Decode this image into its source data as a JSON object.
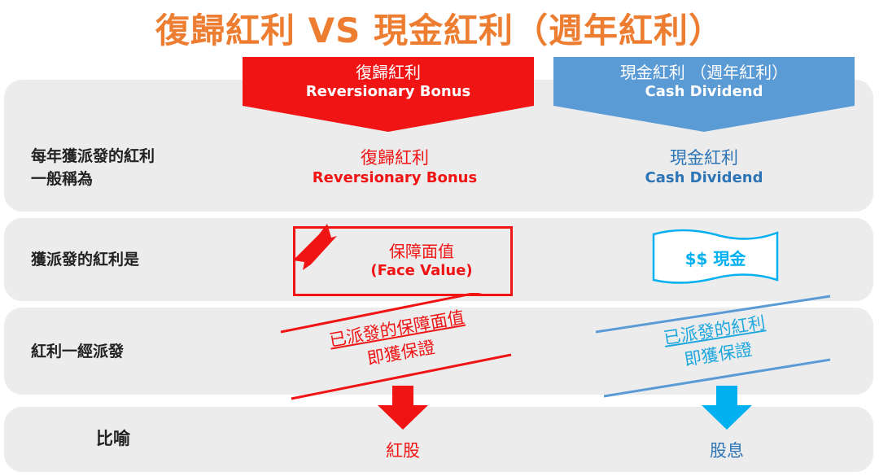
{
  "title": "復歸紅利 VS 現金紅利（週年紅利）",
  "columns": [
    {
      "zh": "復歸紅利",
      "en": "Reversionary Bonus",
      "color": "#F01414"
    },
    {
      "zh": "現金紅利 （週年紅利）",
      "en": "Cash Dividend",
      "color": "#5B9BD5"
    }
  ],
  "rows": [
    {
      "label": "每年獲派發的紅利\n一般稱為",
      "left_zh": "復歸紅利",
      "left_en": "Reversionary Bonus",
      "right_zh": "現金紅利",
      "right_en": "Cash Dividend"
    },
    {
      "label": "獲派發的紅利是",
      "left_zh": "保障面值",
      "left_en": "(Face Value)",
      "right": "$$ 現金"
    },
    {
      "label": "紅利一經派發",
      "left_l1": "已派發的保障面值",
      "left_l2": "即獲保證",
      "right_l1": "已派發的紅利",
      "right_l2": "即獲保證"
    },
    {
      "label": "比喻",
      "left": "紅股",
      "right": "股息"
    }
  ]
}
